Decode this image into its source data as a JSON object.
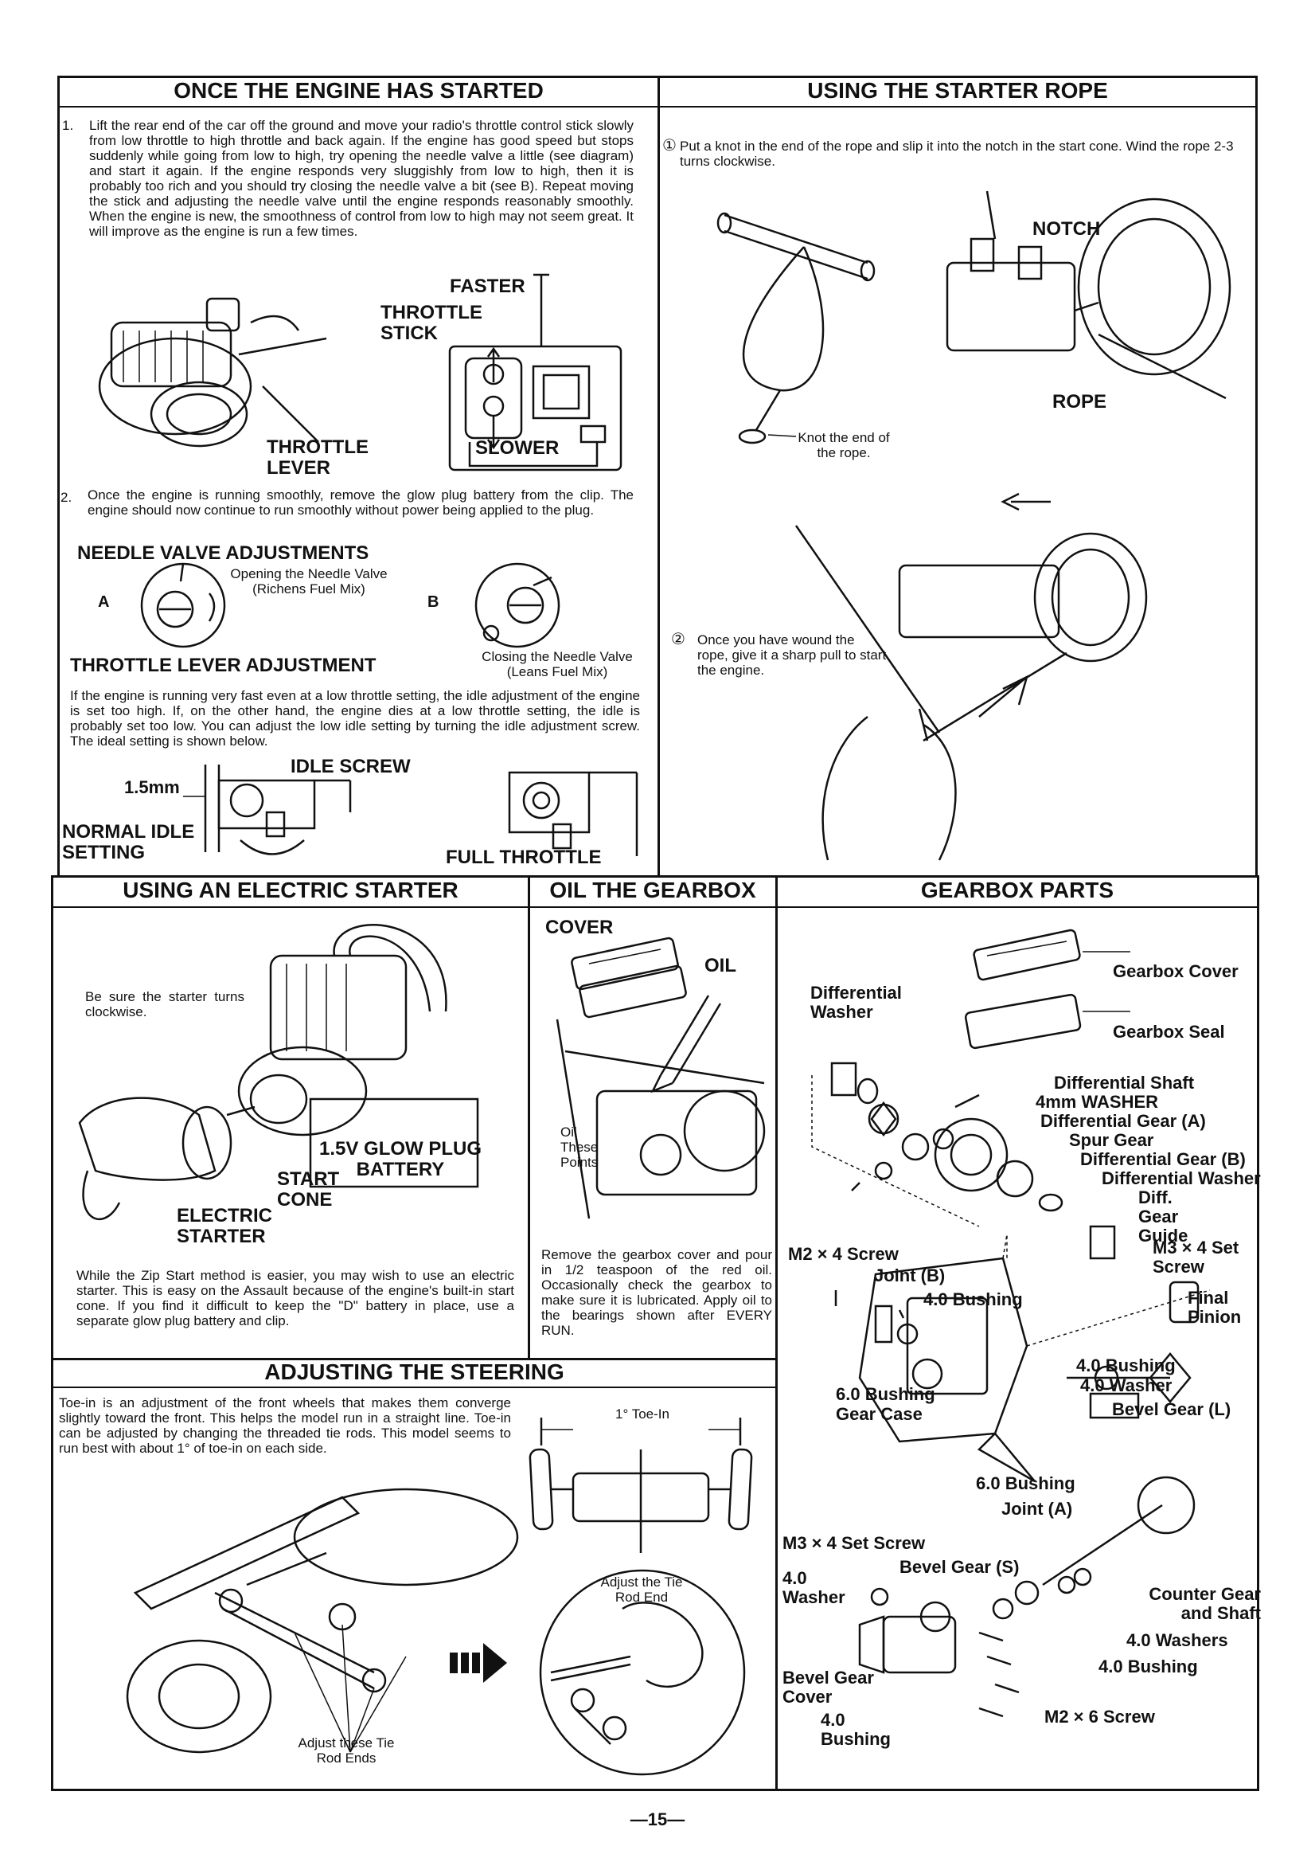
{
  "page_number": "—15—",
  "sections": {
    "engine_started": {
      "title": "ONCE THE ENGINE HAS STARTED",
      "item1_num": "1.",
      "item1": "Lift the rear end of the car off the ground and move your radio's throttle control stick slowly from low throttle to high throttle and back again. If the engine has good speed but stops suddenly while going from low to high, try opening the needle valve a little (see diagram) and start it again. If the engine responds very sluggishly from low to high, then it is probably too rich and you should try closing the needle valve a bit (see B). Repeat moving the stick and adjusting the needle valve until the engine responds reasonably smoothly. When the engine is new, the smoothness of control from low to high may not seem great. It will improve as the engine is run a few times.",
      "faster": "FASTER",
      "throttle_stick": "THROTTLE STICK",
      "throttle_lever": "THROTTLE LEVER",
      "slower": "SLOWER",
      "item2_num": "2.",
      "item2": "Once the engine is running smoothly, remove the glow plug battery from the clip. The engine should now continue to run smoothly without power being applied to the plug.",
      "needle_heading": "NEEDLE VALVE ADJUSTMENTS",
      "label_a": "A",
      "label_b": "B",
      "opening": "Opening the Needle Valve (Richens Fuel Mix)",
      "closing": "Closing the Needle Valve (Leans Fuel Mix)",
      "lever_heading": "THROTTLE LEVER ADJUSTMENT",
      "lever_text": "If the engine is running very fast even at a low throttle setting, the idle adjustment of the engine is set too high. If, on the other hand, the engine dies at a low throttle setting, the idle is probably set too low. You can adjust the low idle setting by turning the idle adjustment screw. The ideal setting is shown below.",
      "idle_screw": "IDLE SCREW",
      "gap": "1.5mm",
      "normal_idle": "NORMAL IDLE SETTING",
      "full_throttle": "FULL THROTTLE"
    },
    "starter_rope": {
      "title": "USING THE STARTER ROPE",
      "step1_num": "①",
      "step1": "Put a knot in the end of the rope and slip it into the notch in the start cone. Wind the rope 2-3 turns clockwise.",
      "notch": "NOTCH",
      "rope": "ROPE",
      "knot": "Knot the end of the rope.",
      "step2_num": "②",
      "step2": "Once you have wound the rope, give it a sharp pull to start the engine."
    },
    "electric_starter": {
      "title": "USING AN ELECTRIC STARTER",
      "note": "Be sure the starter turns clockwise.",
      "glow": "1.5V GLOW PLUG BATTERY",
      "cone": "START CONE",
      "starter": "ELECTRIC STARTER",
      "text": "While the Zip Start method is easier, you may wish to use an electric starter. This is easy on the Assault because of the engine's built-in start cone. If you find it difficult to keep the \"D\" battery in place, use a separate glow plug battery and clip."
    },
    "oil_gearbox": {
      "title": "OIL THE GEARBOX",
      "cover": "COVER",
      "oil": "OIL",
      "points": "Oil These Points",
      "text": "Remove the gearbox cover and pour in 1/2 teaspoon of the red oil. Occasionally check the gearbox to make sure it is lubricated. Apply oil to the bearings shown after EVERY RUN."
    },
    "steering": {
      "title": "ADJUSTING THE STEERING",
      "text": "Toe-in is an adjustment of the front wheels that makes them converge slightly toward the front. This helps the model run in a straight line. Toe-in can be adjusted by changing the threaded tie rods. This model seems to run best with about 1° of toe-in on each side.",
      "toe_in": "1° Toe-In",
      "adjust_end": "Adjust the Tie Rod End",
      "adjust_ends": "Adjust these Tie Rod Ends"
    },
    "gearbox_parts": {
      "title": "GEARBOX PARTS",
      "parts": [
        "Gearbox Cover",
        "Differential Washer",
        "Gearbox Seal",
        "Differential Shaft",
        "4mm WASHER",
        "Differential Gear (A)",
        "Spur Gear",
        "Differential Gear (B)",
        "Differential Washer",
        "Diff. Gear Guide",
        "M3 × 4 Set Screw",
        "M2 × 4 Screw",
        "Joint (B)",
        "4.0 Bushing",
        "Final Pinion",
        "4.0 Bushing",
        "4.0 Washer",
        "6.0 Bushing",
        "Gear Case",
        "Bevel Gear (L)",
        "6.0 Bushing",
        "Joint (A)",
        "M3 × 4 Set Screw",
        "Bevel Gear (S)",
        "4.0 Washer",
        "Counter Gear and Shaft",
        "4.0 Washers",
        "4.0 Bushing",
        "Bevel Gear Cover",
        "M2 × 6 Screw",
        "4.0 Bushing"
      ]
    }
  }
}
